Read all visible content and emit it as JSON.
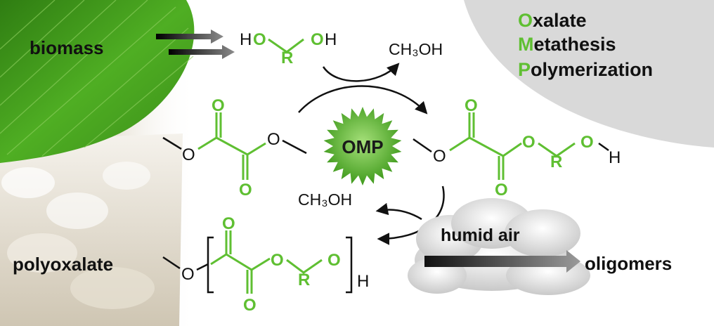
{
  "colors": {
    "accent_green": "#5fbf32",
    "leaf_green": "#3e9a1e",
    "text_black": "#111111",
    "bubble_gray": "#d9d9d9"
  },
  "icons": [
    "leaf-image",
    "powder-jar-image",
    "cloud-image",
    "starburst-badge"
  ],
  "labels": {
    "biomass": "biomass",
    "polyoxalate": "polyoxalate",
    "humid_air": "humid air",
    "oligomers": "oligomers",
    "omp_badge": "OMP",
    "methanol_top": "CH₃OH",
    "methanol_bottom": "CH₃OH"
  },
  "title_block": {
    "line1_initial": "O",
    "line1_rest": "xalate",
    "line2_initial": "M",
    "line2_rest": "etathesis",
    "line3_initial": "P",
    "line3_rest": "olymerization"
  },
  "atoms": {
    "H": "H",
    "O": "O",
    "R": "R"
  }
}
